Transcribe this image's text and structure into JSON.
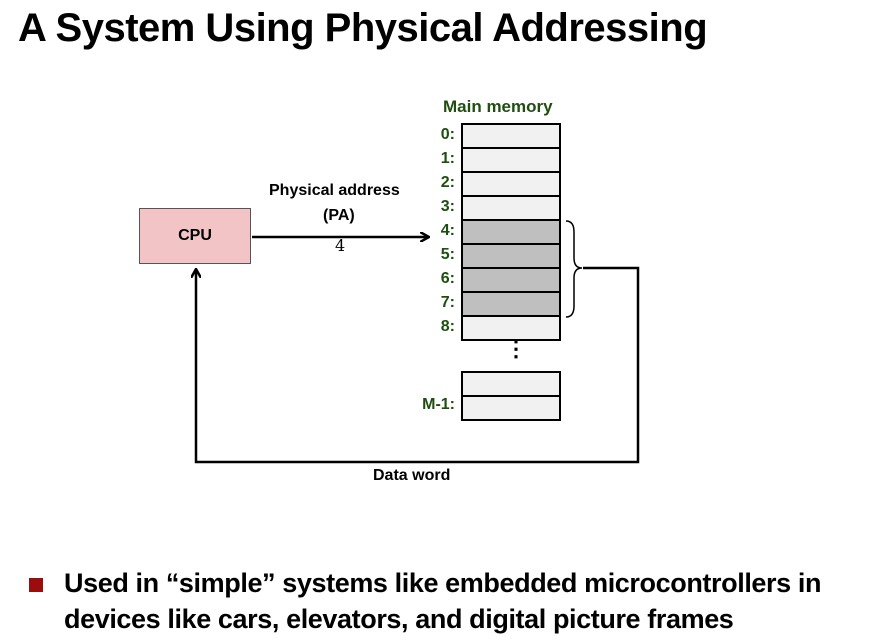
{
  "title": "A System Using Physical Addressing",
  "diagram": {
    "memory_title": "Main memory",
    "cpu_label": "CPU",
    "pa_label_line1": "Physical address",
    "pa_label_line2": "(PA)",
    "pa_value": "4",
    "data_word_label": "Data word",
    "ellipsis": "⋮",
    "addresses": [
      "0:",
      "1:",
      "2:",
      "3:",
      "4:",
      "5:",
      "6:",
      "7:",
      "8:"
    ],
    "highlighted_addresses": [
      "4:",
      "5:",
      "6:",
      "7:"
    ],
    "last_address": "M-1:",
    "colors": {
      "cpu_fill": "#f2c4c6",
      "cell_fill": "#f1f1f1",
      "cell_highlight": "#bfbfbf",
      "label_green": "#1f4e10",
      "bullet": "#9b0d0d"
    }
  },
  "bullets": [
    {
      "line1": "Used in “simple” systems like embedded microcontrollers in",
      "line2": "devices like cars, elevators, and digital picture frames"
    }
  ]
}
